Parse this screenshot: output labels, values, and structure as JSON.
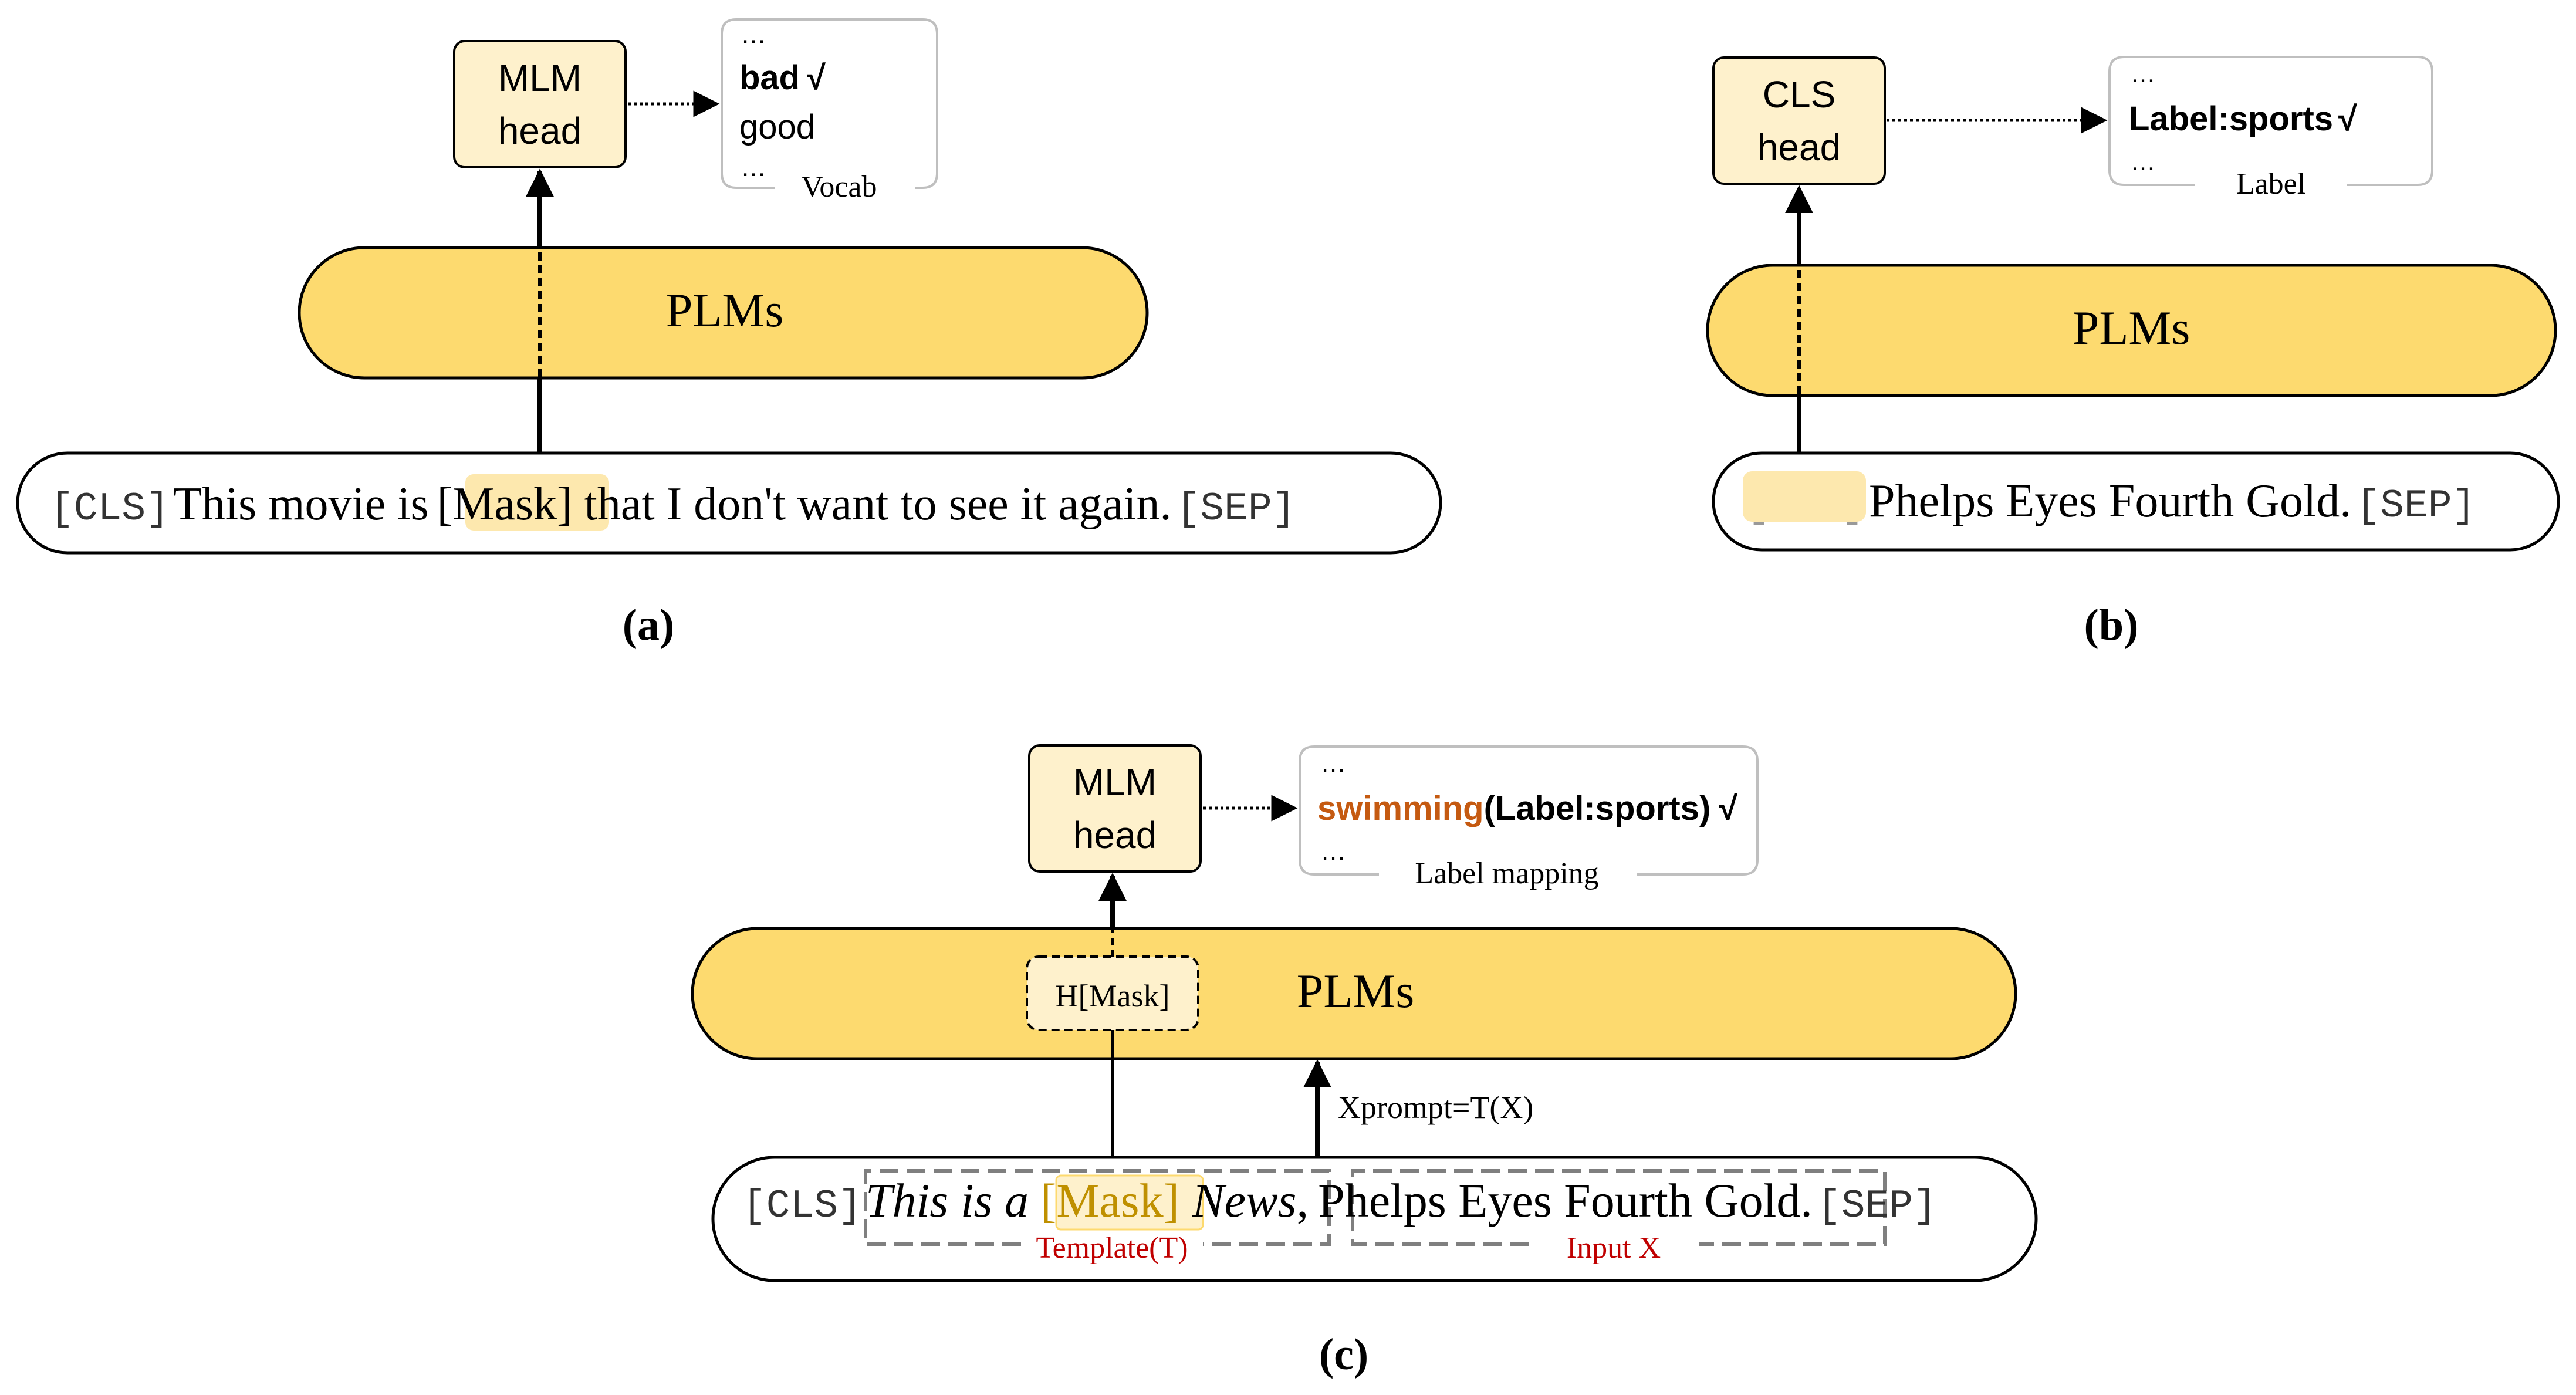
{
  "colors": {
    "plm_fill": "#FDDA6F",
    "head_fill": "#FEF1CC",
    "mask_highlight": "#FDE8AE",
    "label_text": "#C55A11",
    "caption_red": "#C00000",
    "mask_text_c": "#BF9000",
    "stroke": "#000000",
    "box_gray": "#BFBFBF",
    "dash_gray": "#7F7F7F"
  },
  "panel_a": {
    "head": [
      "MLM",
      "head"
    ],
    "plm": "PLMs",
    "vocab": {
      "top_ellipsis": "…",
      "bad": "bad",
      "check": "√",
      "good": "good",
      "bottom_ellipsis": "…",
      "label": "Vocab"
    },
    "input": {
      "cls": "[CLS]",
      "pre": "This movie is",
      "mask": "[Mask]",
      "post": "that I don't want to see it again.",
      "sep": "[SEP]"
    },
    "caption": "(a)"
  },
  "panel_b": {
    "head": [
      "CLS",
      "head"
    ],
    "plm": "PLMs",
    "label_box": {
      "top_ellipsis": "…",
      "label_value": "Label:sports",
      "check": "√",
      "bottom_ellipsis": "…",
      "label": "Label"
    },
    "input": {
      "cls": "[CLS]",
      "text": "Phelps Eyes Fourth Gold.",
      "sep": "[SEP]"
    },
    "caption": "(b)"
  },
  "panel_c": {
    "head": [
      "MLM",
      "head"
    ],
    "plm": "PLMs",
    "hmask": "H[Mask]",
    "mapping": {
      "top_ellipsis": "…",
      "word": "swimming",
      "label_value": "(Label:sports)",
      "check": "√",
      "bottom_ellipsis": "…",
      "label": "Label mapping"
    },
    "xprompt": "Xprompt=T(X)",
    "input": {
      "cls": "[CLS]",
      "template_pre": "This is a",
      "mask": "[Mask]",
      "template_post": "News",
      "comma": ",",
      "text": "Phelps Eyes Fourth Gold.",
      "sep": "[SEP]"
    },
    "template_caption": "Template(T)",
    "input_caption": "Input X",
    "caption": "(c)"
  }
}
